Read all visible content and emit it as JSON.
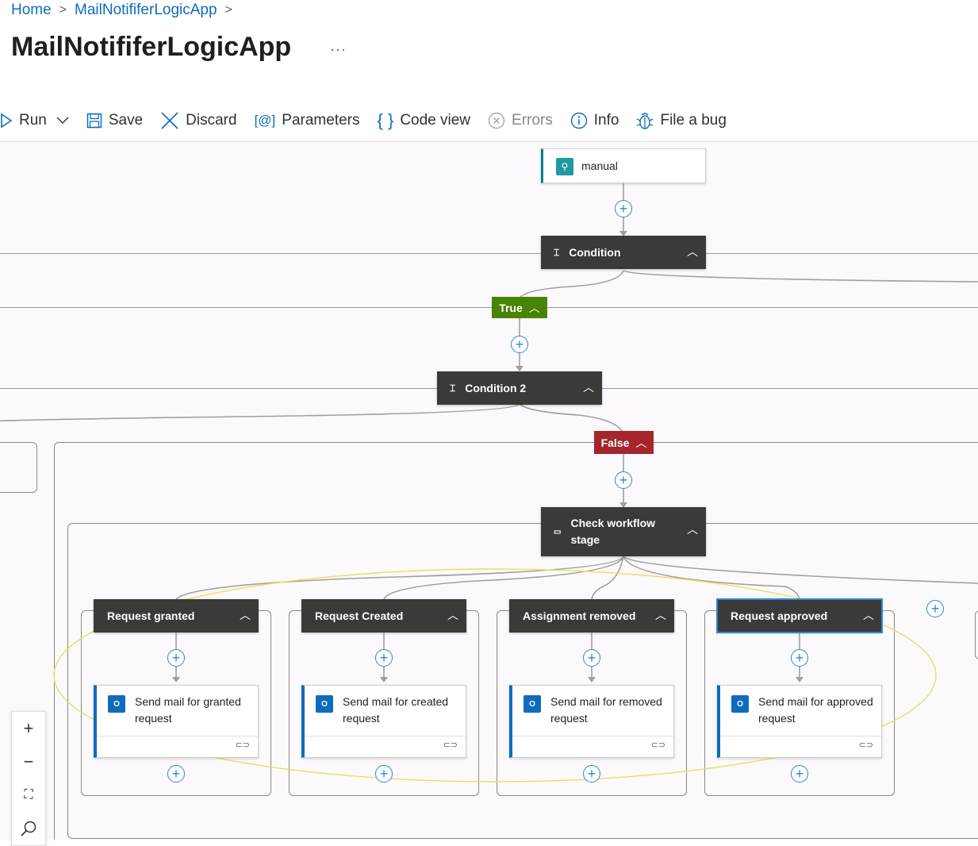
{
  "breadcrumb": {
    "home": "Home",
    "app": "MailNotififerLogicApp",
    "sep": ">"
  },
  "page": {
    "title": "MailNotififerLogicApp",
    "more": "···"
  },
  "toolbar": {
    "run": "Run",
    "save": "Save",
    "discard": "Discard",
    "parameters": "Parameters",
    "code_view": "Code view",
    "errors": "Errors",
    "info": "Info",
    "file_bug": "File a bug"
  },
  "flow": {
    "trigger": "manual",
    "condition": "Condition",
    "true_label": "True",
    "condition2": "Condition 2",
    "false_label": "False",
    "switch": "Check workflow stage",
    "cases": [
      {
        "title": "Request granted",
        "action": "Send mail for granted request"
      },
      {
        "title": "Request Created",
        "action": "Send mail for created request"
      },
      {
        "title": "Assignment removed",
        "action": "Send mail for removed request"
      },
      {
        "title": "Request approved",
        "action": "Send mail for approved request"
      }
    ]
  },
  "colors": {
    "true": "#498205",
    "false": "#a4262c",
    "accent": "#0f6cbd",
    "highlight": "#e8e05a"
  },
  "icons": {
    "plus": "+",
    "chevron_up": "^",
    "outlook": "O"
  }
}
